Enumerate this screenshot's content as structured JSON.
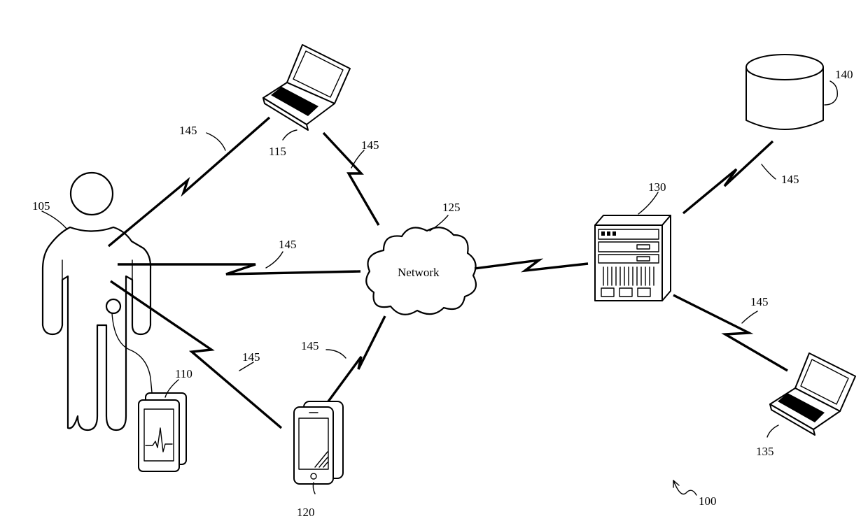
{
  "diagram": {
    "figure_ref": "100",
    "network_label": "Network",
    "nodes": {
      "person": {
        "ref": "105"
      },
      "wearable": {
        "ref": "110"
      },
      "laptop_top": {
        "ref": "115"
      },
      "phone": {
        "ref": "120"
      },
      "network": {
        "ref": "125"
      },
      "server": {
        "ref": "130"
      },
      "laptop_right": {
        "ref": "135"
      },
      "database": {
        "ref": "140"
      }
    },
    "links": [
      {
        "ref": "145",
        "from": "person",
        "to": "laptop_top"
      },
      {
        "ref": "145",
        "from": "laptop_top",
        "to": "network"
      },
      {
        "ref": "145",
        "from": "person",
        "to": "network"
      },
      {
        "ref": "145",
        "from": "person",
        "to": "phone"
      },
      {
        "ref": "145",
        "from": "phone",
        "to": "network"
      },
      {
        "ref": "145",
        "from": "server",
        "to": "database"
      },
      {
        "ref": "145",
        "from": "server",
        "to": "laptop_right"
      }
    ],
    "icons": {
      "person": "person-outline-icon",
      "wearable": "ecg-monitor-icon",
      "laptop": "laptop-icon",
      "phone": "smartphone-icon",
      "cloud": "cloud-icon",
      "server": "server-icon",
      "database": "database-cylinder-icon"
    }
  }
}
